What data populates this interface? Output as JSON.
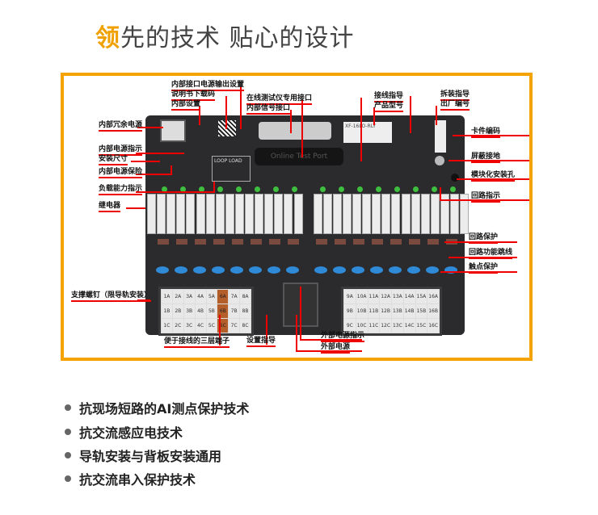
{
  "title": {
    "highlight": "领",
    "rest": "先的技术 贴心的设计"
  },
  "device": {
    "dsub_label": "Online Test Port",
    "model_label": "XF-16LO-RLY",
    "panel_title": "LOOP LOAD"
  },
  "labels": {
    "l1": "内部接口电源输出设置",
    "l2": "说明书下载码",
    "l3": "内部设置",
    "l4": "在线测试仪专用接口",
    "l5": "内部信号接口",
    "l6": "接线指导",
    "l7": "产品型号",
    "l8": "拆装指导",
    "l9": "出厂编号",
    "l10": "内部冗余电源",
    "l11": "内部电源指示",
    "l12": "安装尺寸",
    "l13": "内部电源保险",
    "l14": "负载能力指示",
    "l15": "继电器",
    "l16": "支撑螺钉（限导轨安装）",
    "l17": "卡件编码",
    "l18": "屏蔽接地",
    "l19": "模块化安装孔",
    "l20": "回路指示",
    "l21": "回路保护",
    "l22": "回路功能跳线",
    "l23": "触点保护",
    "l24": "便于接线的三层端子",
    "l25": "设置指导",
    "l26": "外部电源指示",
    "l27": "外部电源"
  },
  "terminals_left": [
    "1A",
    "2A",
    "3A",
    "4A",
    "5A",
    "6A",
    "7A",
    "8A",
    "1B",
    "2B",
    "3B",
    "4B",
    "5B",
    "6B",
    "7B",
    "8B",
    "1C",
    "2C",
    "3C",
    "4C",
    "5C",
    "6C",
    "7C",
    "8C"
  ],
  "terminals_right": [
    "9A",
    "10A",
    "11A",
    "12A",
    "13A",
    "14A",
    "15A",
    "16A",
    "9B",
    "10B",
    "11B",
    "12B",
    "13B",
    "14B",
    "15B",
    "16B",
    "9C",
    "10C",
    "11C",
    "12C",
    "13C",
    "14C",
    "15C",
    "16C"
  ],
  "highlight_column": "6",
  "colors": {
    "accent": "#f5a300",
    "callout": "#e00000",
    "terminal_highlight": "#b45f2a"
  },
  "bullets": [
    "抗现场短路的AI测点保护技术",
    "抗交流感应电技术",
    "导轨安装与背板安装通用",
    "抗交流串入保护技术"
  ]
}
